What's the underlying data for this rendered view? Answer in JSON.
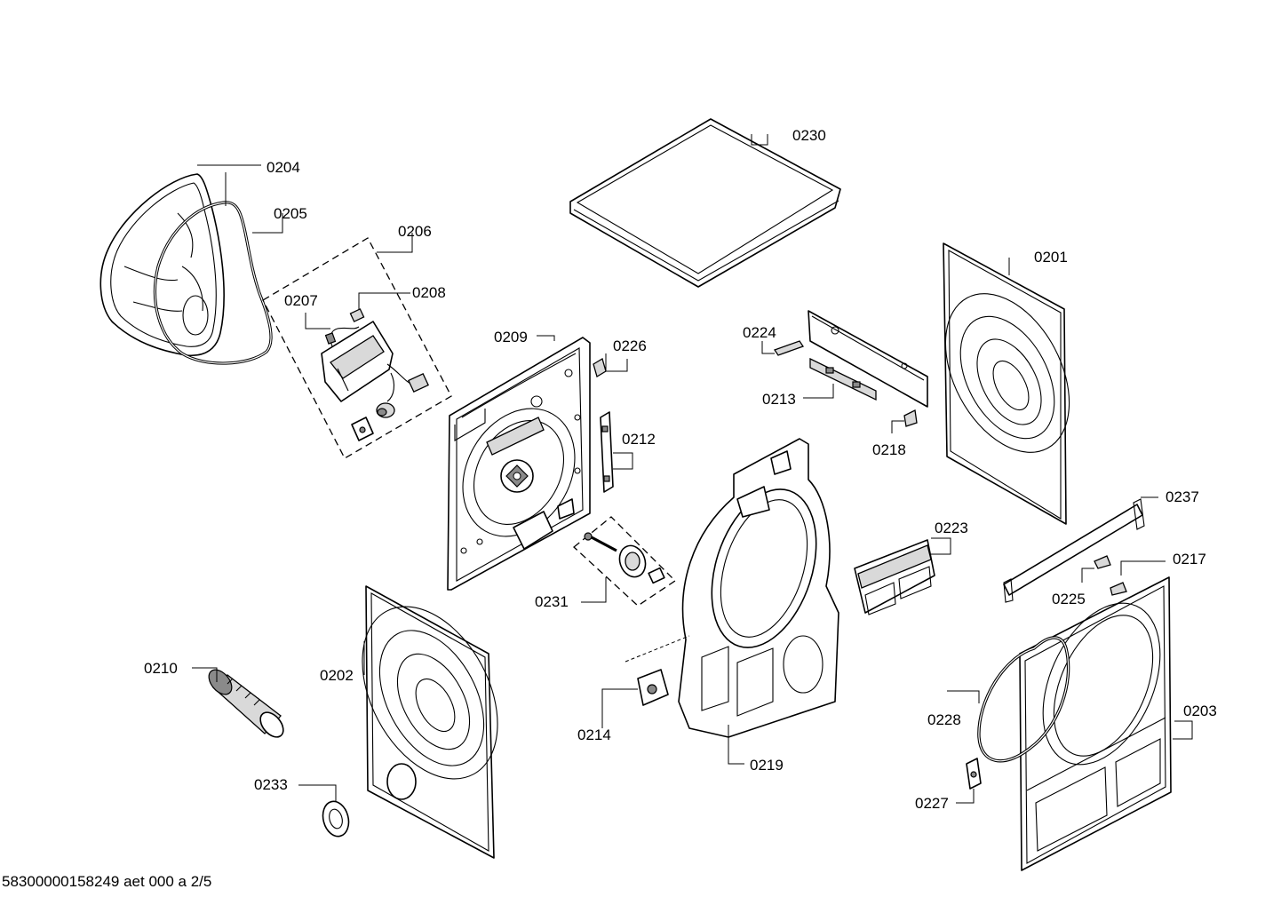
{
  "diagram": {
    "labels": {
      "p0230": "0230",
      "p0204": "0204",
      "p0205": "0205",
      "p0206": "0206",
      "p0207": "0207",
      "p0208": "0208",
      "p0209": "0209",
      "p0226": "0226",
      "p0224": "0224",
      "p0213": "0213",
      "p0201": "0201",
      "p0218": "0218",
      "p0212": "0212",
      "p0237": "0237",
      "p0223": "0223",
      "p0231": "0231",
      "p0225": "0225",
      "p0217": "0217",
      "p0210": "0210",
      "p0202": "0202",
      "p0214": "0214",
      "p0219": "0219",
      "p0228": "0228",
      "p0203": "0203",
      "p0233": "0233",
      "p0227": "0227"
    },
    "footer": "58300000158249 aet 000 a 2/5"
  }
}
